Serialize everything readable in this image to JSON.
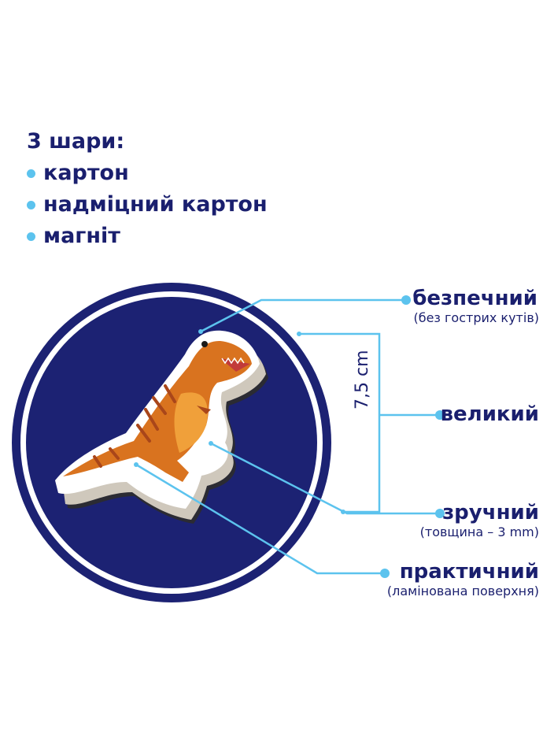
{
  "layers": {
    "title": "3 шари:",
    "items": [
      "картон",
      "надміцний картон",
      "магніт"
    ]
  },
  "dimension": {
    "label": "7,5 cm"
  },
  "features": [
    {
      "title": "безпечний",
      "subtitle": "(без гострих кутів)"
    },
    {
      "title": "великий",
      "subtitle": ""
    },
    {
      "title": "зручний",
      "subtitle": "(товщина – 3 mm)"
    },
    {
      "title": "практичний",
      "subtitle": "(ламінована поверхня)"
    }
  ],
  "colors": {
    "navy": "#1a1f6e",
    "circle_fill": "#1c2273",
    "accent_line": "#5cc3ee",
    "dino_orange": "#d9731f",
    "dino_dark": "#a9461a"
  }
}
